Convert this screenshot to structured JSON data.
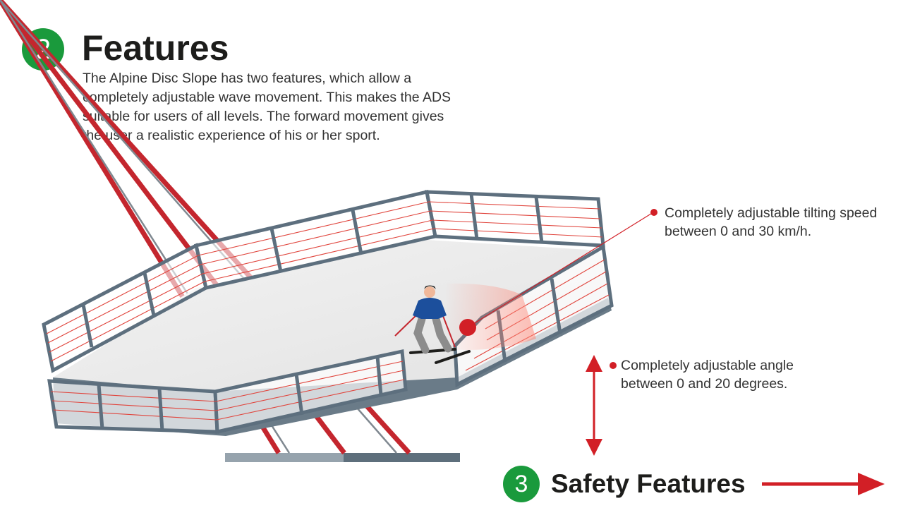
{
  "header": {
    "step_number": "2",
    "title": "Features",
    "description": "The Alpine Disc Slope has two features, which allow a completely adjustable wave movement. This makes the ADS suitable for users of all levels. The forward movement gives the user a realistic experience of his or her sport."
  },
  "callouts": [
    {
      "text": "Completely adjustable tilting speed between 0 and 30 km/h."
    },
    {
      "text": "Completely adjustable angle between 0 and 20 degrees."
    }
  ],
  "next_section": {
    "step_number": "3",
    "label": "Safety Features"
  },
  "colors": {
    "badge_green": "#1a9a3c",
    "accent_red": "#d21f26",
    "frame_gray": "#5d6f7e",
    "deck_gray": "#ebebeb"
  },
  "icons": {
    "tilt_direction": "double-arrow-vertical-icon",
    "next": "arrow-right-icon"
  }
}
